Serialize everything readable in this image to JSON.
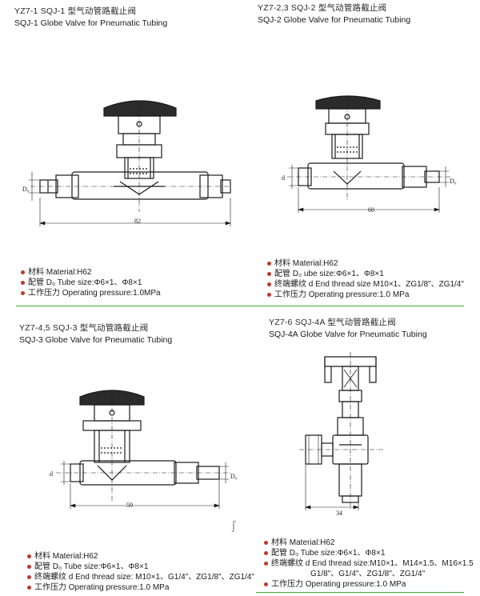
{
  "panels": [
    {
      "code": "YZ7-1 SQJ-1 型气动管路截止阀",
      "title": "SQJ-1 Globe Valve for Pneumatic Tubing",
      "dims": {
        "width": "82",
        "diameter": "D₀"
      },
      "specs": [
        "材料 Material:H62",
        "配管 D₀ Tube size:Φ6×1、Φ8×1",
        "工作压力 Operating pressure:1.0MPa"
      ]
    },
    {
      "code": "YZ7-2,3 SQJ-2 型气动管路截止阀",
      "title": "SQJ-2 Globe Valve for Pneumatic  Tubing",
      "dims": {
        "width": "60",
        "diameter": "d",
        "d0": "D₀"
      },
      "specs": [
        "材料 Material:H62",
        "配管 D₀ ube size:Φ6×1、Φ8×1",
        "终端螺纹 d End thread size M10×1、ZG1/8\"、ZG1/4\"",
        "工作压力 Operating pressure:1.0 MPa"
      ]
    },
    {
      "code": "YZ7-4,5 SQJ-3 型气动管路截止阀",
      "title": "SQJ-3  Globe Valve for Pneumatic Tubing",
      "dims": {
        "width": "59",
        "diameter": "d",
        "d0": "D₀"
      },
      "specs": [
        "材料 Material:H62",
        "配管 D₀ Tube size:Φ6×1、Φ8×1",
        "终端螺纹 d End thread size: M10×1、G1/4\"、ZG1/8\"、ZG1/4\"",
        "工作压力 Operating pressure:1.0 MPa"
      ]
    },
    {
      "code": "YZ7-6 SQJ-4A 型气动管路截止阀",
      "title": "SQJ-4A Globe Valve for Pneumatic Tubing",
      "dims": {
        "width": "34"
      },
      "specs": [
        "材料 Material:H62",
        "配管 D₀ Tube size:Φ6×1、Φ8×1",
        "终端螺纹 d End thread size:M10×1、M14×1.5、M16×1.5",
        "G1/8\"、G1/4\"、ZG1/8\"、ZG1/4\"",
        "工作压力 Operating pressure:1.0 MPa"
      ]
    }
  ],
  "colors": {
    "bullet": "#c0392b",
    "divider": "#3fae3f",
    "line": "#1a1a1a"
  }
}
